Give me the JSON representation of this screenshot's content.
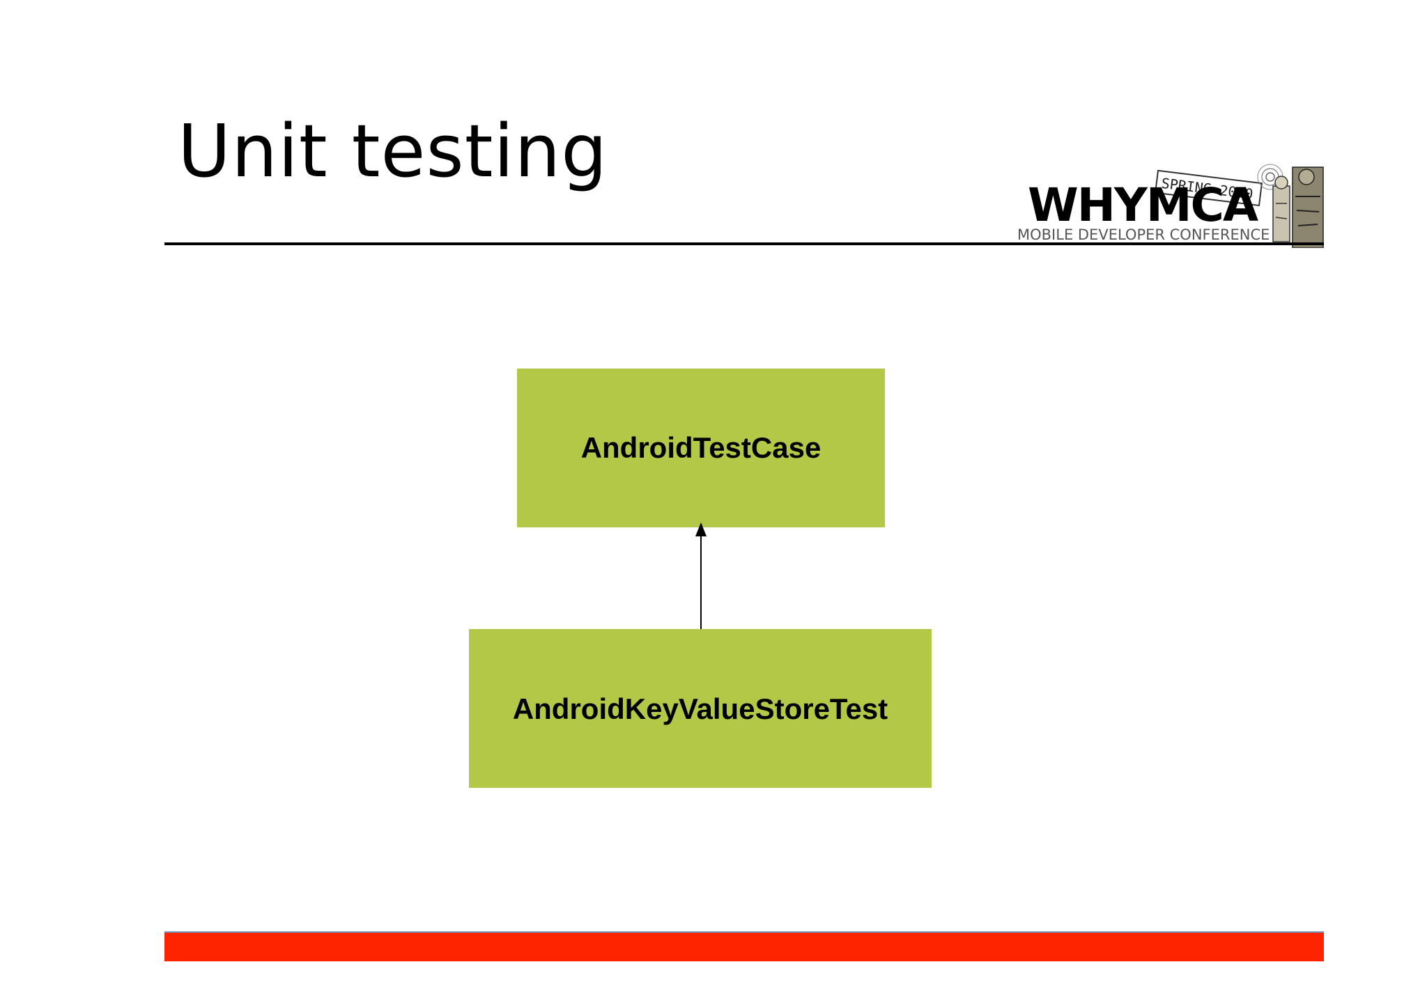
{
  "slide": {
    "title": "Unit testing"
  },
  "logo": {
    "stamp_text": "SPRING 2010",
    "brand_text": "WHYMCA",
    "tagline": "MOBILE DEVELOPER CONFERENCE"
  },
  "diagram": {
    "nodes": [
      {
        "id": "parent",
        "label": "AndroidTestCase"
      },
      {
        "id": "child",
        "label": "AndroidKeyValueStoreTest"
      }
    ],
    "edges": [
      {
        "from": "child",
        "to": "parent",
        "type": "inheritance-arrow"
      }
    ]
  },
  "colors": {
    "box_fill": "#b3c847",
    "footer_bar": "#ff2400",
    "rule": "#000000"
  }
}
